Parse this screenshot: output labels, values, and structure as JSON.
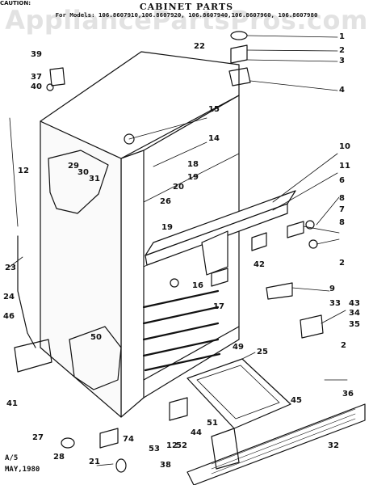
{
  "header": {
    "title": "CABINET PARTS",
    "models": "For Models: 106.8607910,106.8607920, 106.8607940,106.8607960, 106.8607980",
    "caution": "CAUTION:"
  },
  "watermark": "AppliancePartsPros.com",
  "footer": {
    "revision": "A/5",
    "date": "MAY,1980"
  },
  "callouts": [
    "1",
    "2",
    "3",
    "4",
    "22",
    "39",
    "37",
    "40",
    "15",
    "14",
    "10",
    "11",
    "6",
    "8",
    "7",
    "8",
    "2",
    "12",
    "29",
    "30",
    "31",
    "18",
    "19",
    "20",
    "26",
    "19",
    "42",
    "16",
    "17",
    "9",
    "23",
    "24",
    "46",
    "33",
    "43",
    "34",
    "35",
    "41",
    "50",
    "49",
    "25",
    "2",
    "36",
    "27",
    "28",
    "74",
    "51",
    "52",
    "12",
    "44",
    "45",
    "32",
    "21",
    "53",
    "38"
  ]
}
